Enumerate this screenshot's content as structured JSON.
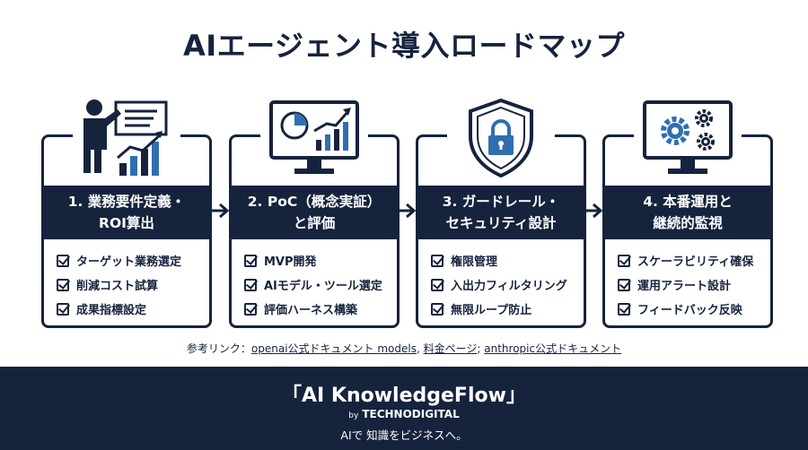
{
  "title": "AIエージェント導入ロードマップ",
  "colors": {
    "navy": "#16233d",
    "accent": "#2f6fb0",
    "background": "#ffffff"
  },
  "steps": [
    {
      "icon": "presenter-chart-icon",
      "title_line1": "1. 業務要件定義・",
      "title_line2": "ROI算出",
      "items": [
        "ターゲット業務選定",
        "削減コスト試算",
        "成果指標設定"
      ]
    },
    {
      "icon": "monitor-analytics-icon",
      "title_line1": "2. PoC（概念実証）",
      "title_line2": "と評価",
      "items": [
        "MVP開発",
        "AIモデル・ツール選定",
        "評価ハーネス構築"
      ]
    },
    {
      "icon": "shield-lock-icon",
      "title_line1": "3. ガードレール・",
      "title_line2": "セキュリティ設計",
      "items": [
        "権限管理",
        "入出力フィルタリング",
        "無限ループ防止"
      ]
    },
    {
      "icon": "monitor-gears-icon",
      "title_line1": "4. 本番運用と",
      "title_line2": "継続的監視",
      "items": [
        "スケーラビリティ確保",
        "運用アラート設計",
        "フィードバック反映"
      ]
    }
  ],
  "references": {
    "prefix": "参考リンク：",
    "link1": "openai公式ドキュメント models",
    "sep1": ", ",
    "link2": "料金ページ",
    "sep2": "; ",
    "link3": "anthropic公式ドキュメント"
  },
  "footer": {
    "brand": "「AI KnowledgeFlow」",
    "by_prefix": "by",
    "company": "TECHNODIGITAL",
    "tagline": "AIで 知識をビジネスへ。"
  }
}
